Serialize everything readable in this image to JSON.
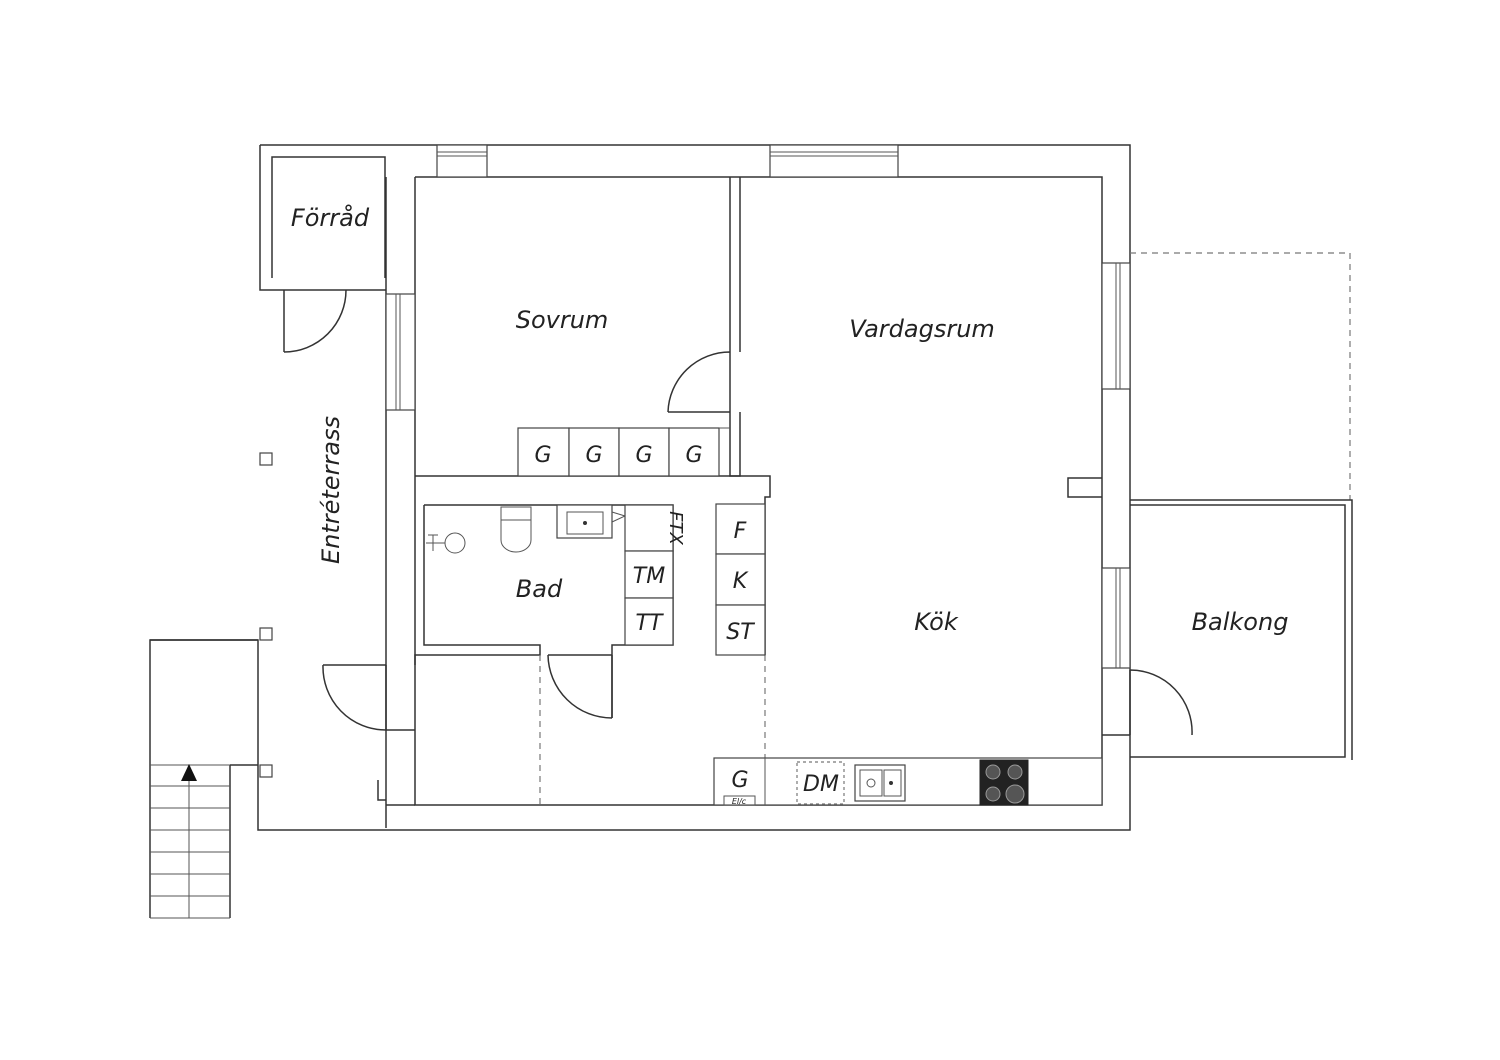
{
  "plan": {
    "rooms": {
      "forrad": "Förråd",
      "sovrum": "Sovrum",
      "vardagsrum": "Vardagsrum",
      "entreterrass": "Entréterrass",
      "bad": "Bad",
      "kok": "Kök",
      "balkong": "Balkong"
    },
    "fixtures": {
      "wardrobe": [
        "G",
        "G",
        "G",
        "G"
      ],
      "fridge": "F",
      "freezer": "K",
      "storage": "ST",
      "ftx": "FTX",
      "washer": "TM",
      "dryer": "TT",
      "kitchen_wardrobe": "G",
      "electric": "El/c",
      "dishwasher": "DM"
    }
  }
}
